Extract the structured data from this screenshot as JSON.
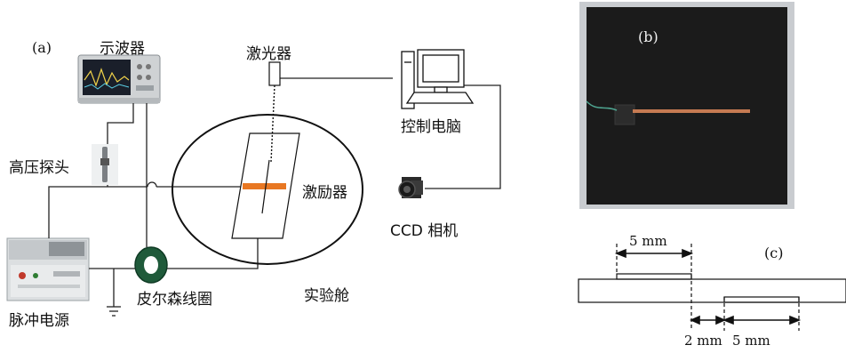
{
  "panel_a": {
    "tag": "(a)",
    "oscilloscope_label": "示波器",
    "laser_label": "激光器",
    "computer_label": "控制电脑",
    "hv_probe_label": "高压探头",
    "actuator_label": "激励器",
    "camera_label": "CCD 相机",
    "rogowski_label": "皮尔森线圈",
    "chamber_label": "实验舱",
    "pulse_source_label": "脉冲电源"
  },
  "panel_b": {
    "tag": "(b)"
  },
  "panel_c": {
    "tag": "(c)",
    "top_electrode_width": "5 mm",
    "gap": "2 mm",
    "bottom_electrode_width": "5 mm"
  },
  "colors": {
    "electrode": "#e87722",
    "wire": "#222222",
    "photo_bg": "#1b1b1b",
    "copper_strip": "#c57a52"
  }
}
